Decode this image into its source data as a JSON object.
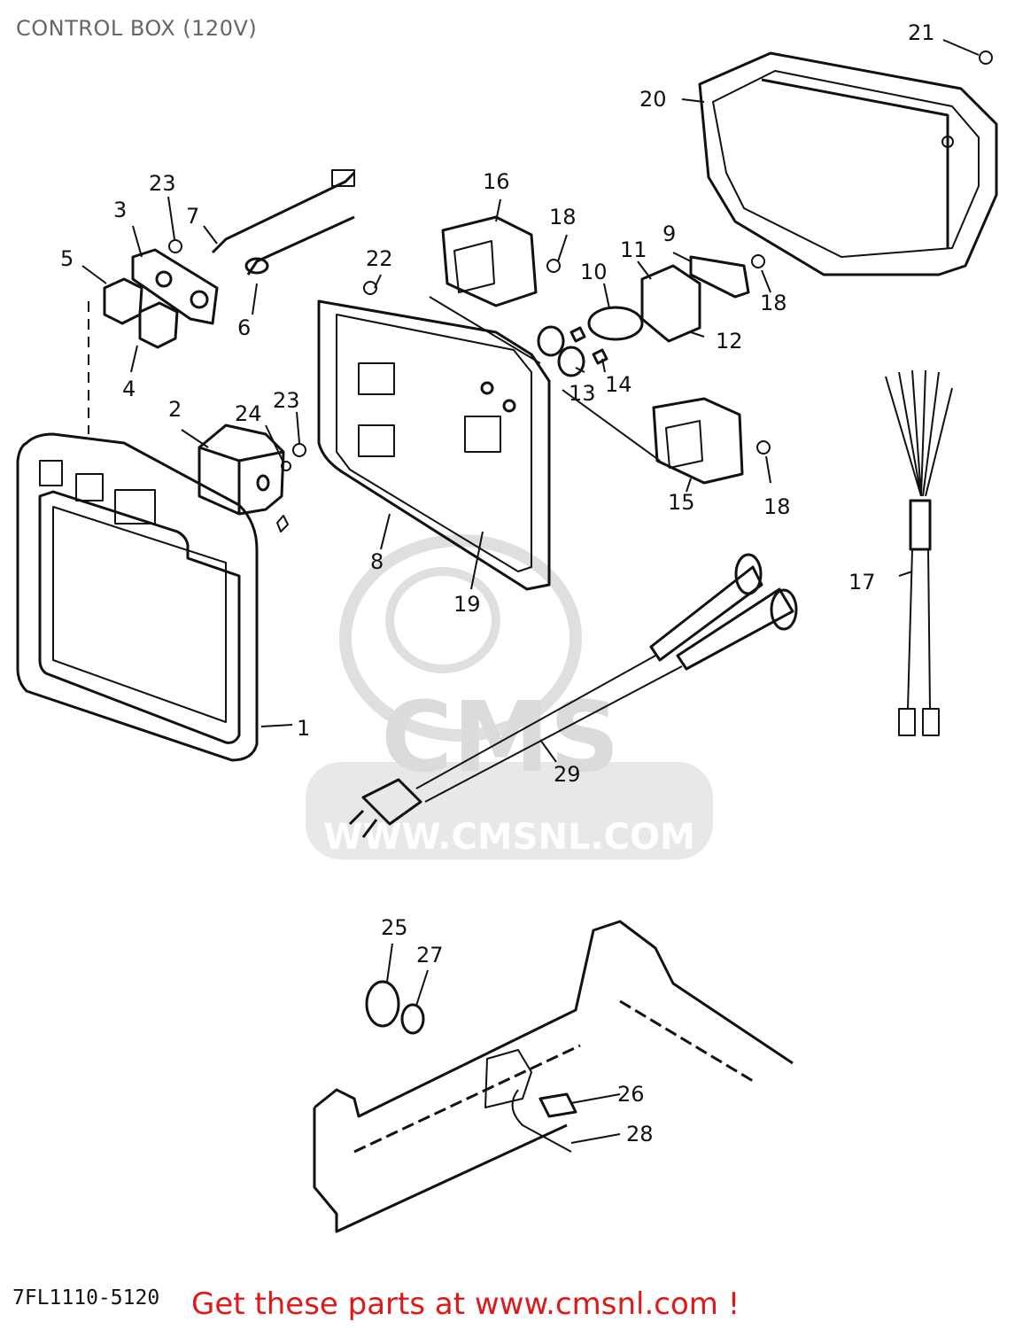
{
  "header": {
    "title": "CONTROL BOX (120V)"
  },
  "footer": {
    "part_code": "7FL1110-5120",
    "promo": "Get these parts at www.cmsnl.com !"
  },
  "watermark": {
    "brand": "CMS",
    "url": "WWW.CMSNL.COM"
  },
  "callouts": [
    {
      "id": "c1",
      "label": "1"
    },
    {
      "id": "c2",
      "label": "2"
    },
    {
      "id": "c3",
      "label": "3"
    },
    {
      "id": "c4",
      "label": "4"
    },
    {
      "id": "c5",
      "label": "5"
    },
    {
      "id": "c6",
      "label": "6"
    },
    {
      "id": "c7",
      "label": "7"
    },
    {
      "id": "c8",
      "label": "8"
    },
    {
      "id": "c9",
      "label": "9"
    },
    {
      "id": "c10",
      "label": "10"
    },
    {
      "id": "c11",
      "label": "11"
    },
    {
      "id": "c12",
      "label": "12"
    },
    {
      "id": "c13",
      "label": "13"
    },
    {
      "id": "c14",
      "label": "14"
    },
    {
      "id": "c15",
      "label": "15"
    },
    {
      "id": "c16",
      "label": "16"
    },
    {
      "id": "c17",
      "label": "17"
    },
    {
      "id": "c18a",
      "label": "18"
    },
    {
      "id": "c18b",
      "label": "18"
    },
    {
      "id": "c18c",
      "label": "18"
    },
    {
      "id": "c19",
      "label": "19"
    },
    {
      "id": "c20",
      "label": "20"
    },
    {
      "id": "c21",
      "label": "21"
    },
    {
      "id": "c22",
      "label": "22"
    },
    {
      "id": "c23a",
      "label": "23"
    },
    {
      "id": "c23b",
      "label": "23"
    },
    {
      "id": "c24",
      "label": "24"
    },
    {
      "id": "c25",
      "label": "25"
    },
    {
      "id": "c26",
      "label": "26"
    },
    {
      "id": "c27",
      "label": "27"
    },
    {
      "id": "c28",
      "label": "28"
    },
    {
      "id": "c29",
      "label": "29"
    }
  ]
}
